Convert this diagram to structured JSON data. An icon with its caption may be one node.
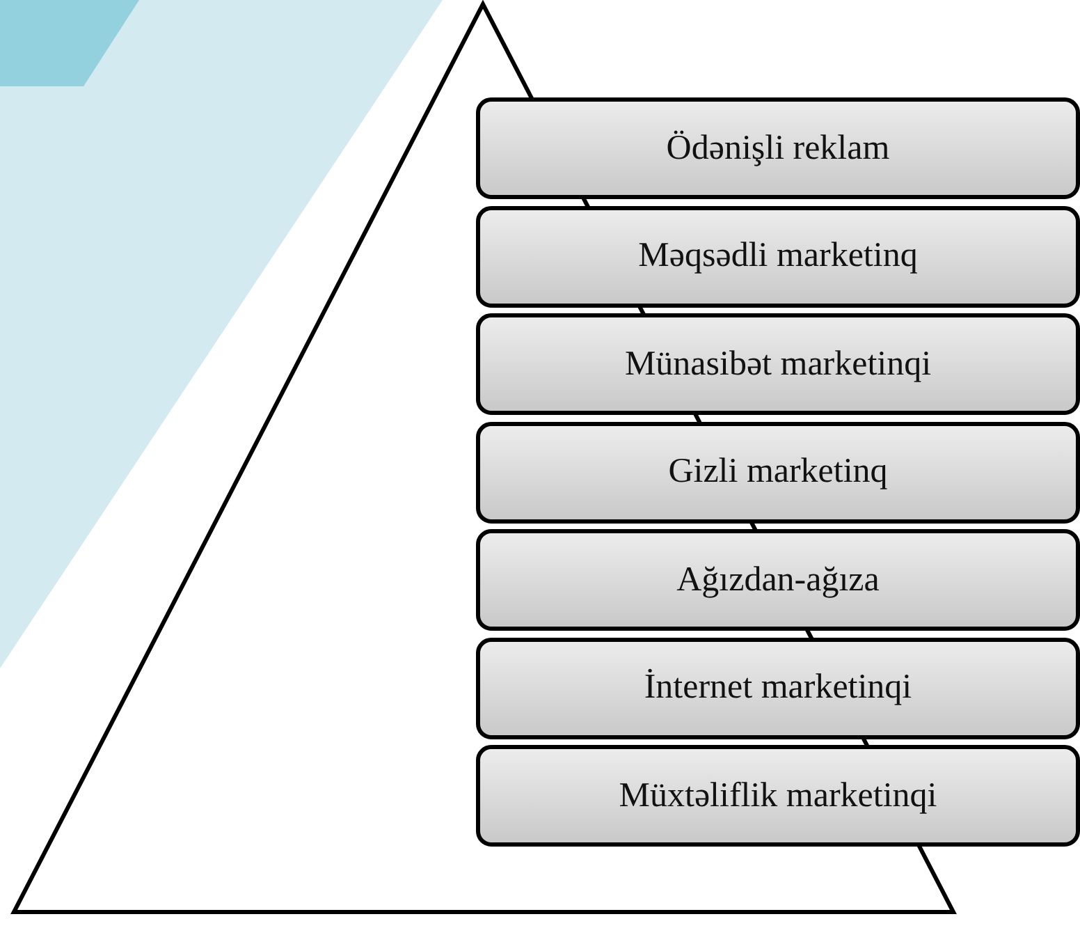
{
  "diagram": {
    "nodes": [
      {
        "text": [
          "Ödənişli reklam"
        ]
      },
      {
        "text": [
          "Məqsədli marketinq"
        ]
      },
      {
        "text": [
          "Münasibət marketinqi"
        ]
      },
      {
        "text": [
          "Gizli marketinq"
        ]
      },
      {
        "text": [
          "Ağızdan-ağıza"
        ]
      },
      {
        "text": [
          "İnternet marketinqi"
        ]
      },
      {
        "text": [
          "Müxtəliflik marketinqi"
        ]
      }
    ]
  }
}
